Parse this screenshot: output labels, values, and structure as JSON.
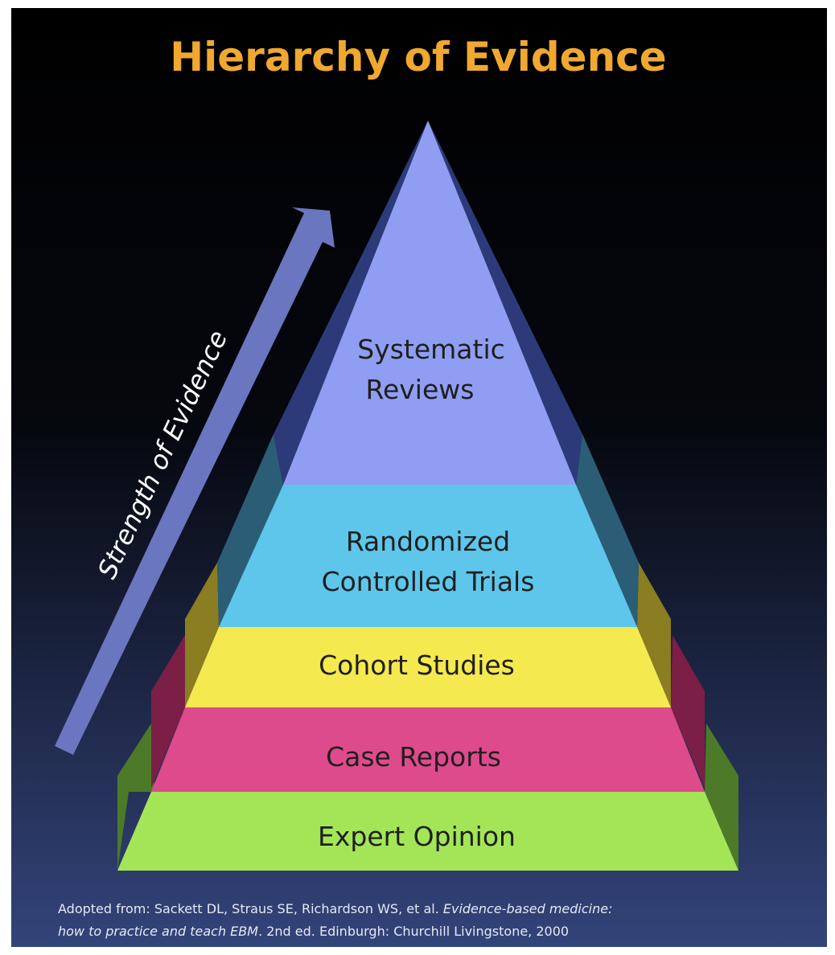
{
  "title": "Hierarchy of Evidence",
  "arrow_label": "Strength of Evidence",
  "levels": [
    {
      "line1": "Systematic",
      "line2": "Reviews",
      "color": "#8f9ef2"
    },
    {
      "line1": "Randomized",
      "line2": "Controlled Trials",
      "color": "#5ec6ea"
    },
    {
      "line1": "Cohort Studies",
      "color": "#f5e950"
    },
    {
      "line1": "Case Reports",
      "color": "#de4b8c"
    },
    {
      "line1": "Expert Opinion",
      "color": "#a4e557"
    }
  ],
  "citation": {
    "line1_prefix": "Adopted from:  Sackett DL, Straus SE, Richardson  WS, et al. ",
    "line1_italic": "Evidence-based medicine:",
    "line2_italic": "how to practice  and teach EBM",
    "line2_rest": ". 2nd ed. Edinburgh:  Churchill  Livingstone,  2000"
  },
  "colors": {
    "background_top": "#000000",
    "background_bottom": "#33447a",
    "title": "#f0a830",
    "arrow": "#6b76c0"
  }
}
